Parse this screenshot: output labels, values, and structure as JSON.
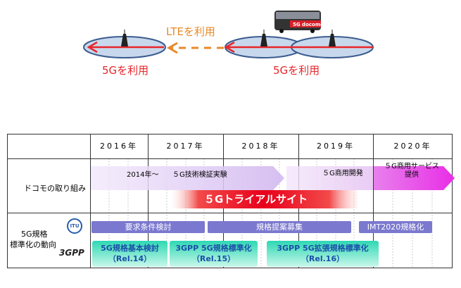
{
  "diagram": {
    "lte_label": "LTEを利用",
    "left_5g_label": "5Gを利用",
    "right_5g_label": "5Gを利用",
    "bus_label": "5G docomo"
  },
  "timeline": {
    "years": [
      "2016年",
      "2017年",
      "2018年",
      "2019年",
      "2020年"
    ],
    "rows": {
      "docomo": {
        "label": "ドコモの取り組み",
        "since": "2014年～",
        "tech_trial": "５G技術検証実験",
        "commercial_dev": "５G商用開発",
        "service_line1": "５G商用サービス",
        "service_line2": "提供",
        "trial_site": "５Gトライアルサイト"
      },
      "standard": {
        "label_line1": "5G規格",
        "label_line2": "標準化の動向",
        "itu_logo": "ITU",
        "gpp_logo": "3GPP",
        "itu_phases": [
          "要求条件検討",
          "規格提案募集",
          "IMT2020規格化"
        ],
        "gpp_phases": [
          {
            "title": "5G規格基本検討",
            "rel": "（Rel.14）"
          },
          {
            "title": "3GPP 5G規格標準化",
            "rel": "（Rel.15）"
          },
          {
            "title": "3GPP 5G拡張規格標準化",
            "rel": "（Rel.16）"
          }
        ]
      }
    }
  },
  "colors": {
    "red": "#e8262b",
    "orange": "#e98a2a",
    "purple": "#7b78cf",
    "magenta": "#e83ee8",
    "teal": "#2dd8b3"
  }
}
